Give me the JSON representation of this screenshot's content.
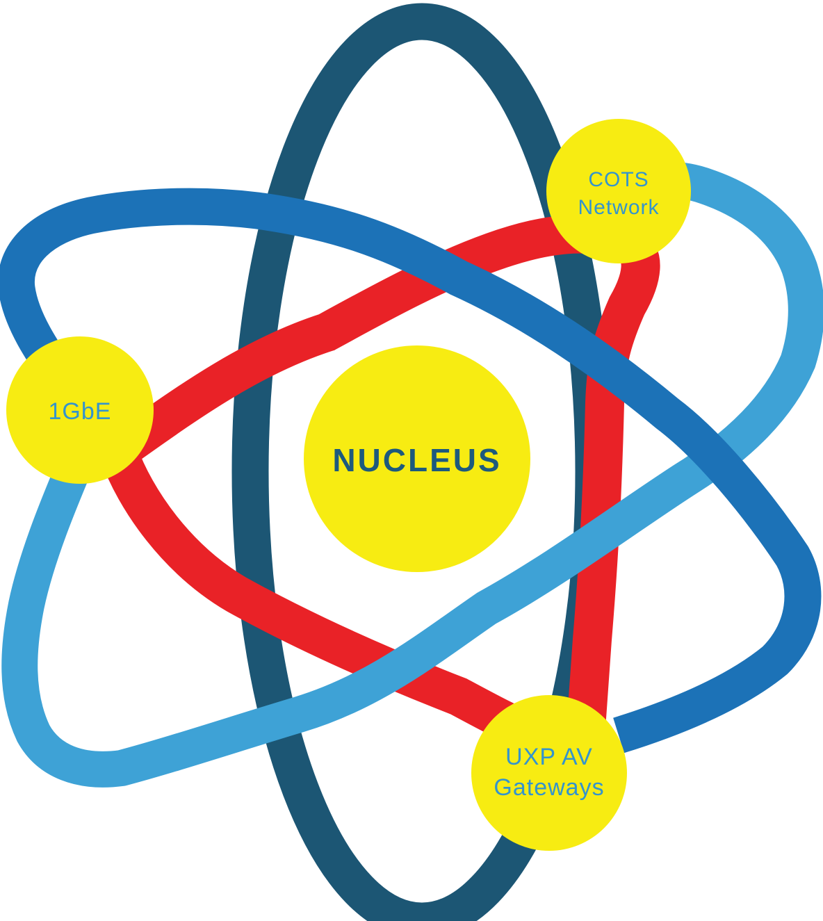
{
  "diagram": {
    "title": "atom-orbit-diagram",
    "nucleus": {
      "label": "NUCLEUS"
    },
    "nodes": [
      {
        "id": "cots-network",
        "line1": "COTS",
        "line2": "Network"
      },
      {
        "id": "1gbe",
        "line1": "1GbE",
        "line2": ""
      },
      {
        "id": "uxp-av-gateways",
        "line1": "UXP AV",
        "line2": "Gateways"
      }
    ],
    "colors": {
      "orbit_dark_navy": "#1C5674",
      "orbit_medium_blue": "#1C72B7",
      "orbit_light_blue": "#3EA2D6",
      "orbit_red": "#E92227",
      "node_yellow": "#F7EC12",
      "nucleus_text": "#1D5A7D",
      "node_text": "#3494CD"
    }
  }
}
